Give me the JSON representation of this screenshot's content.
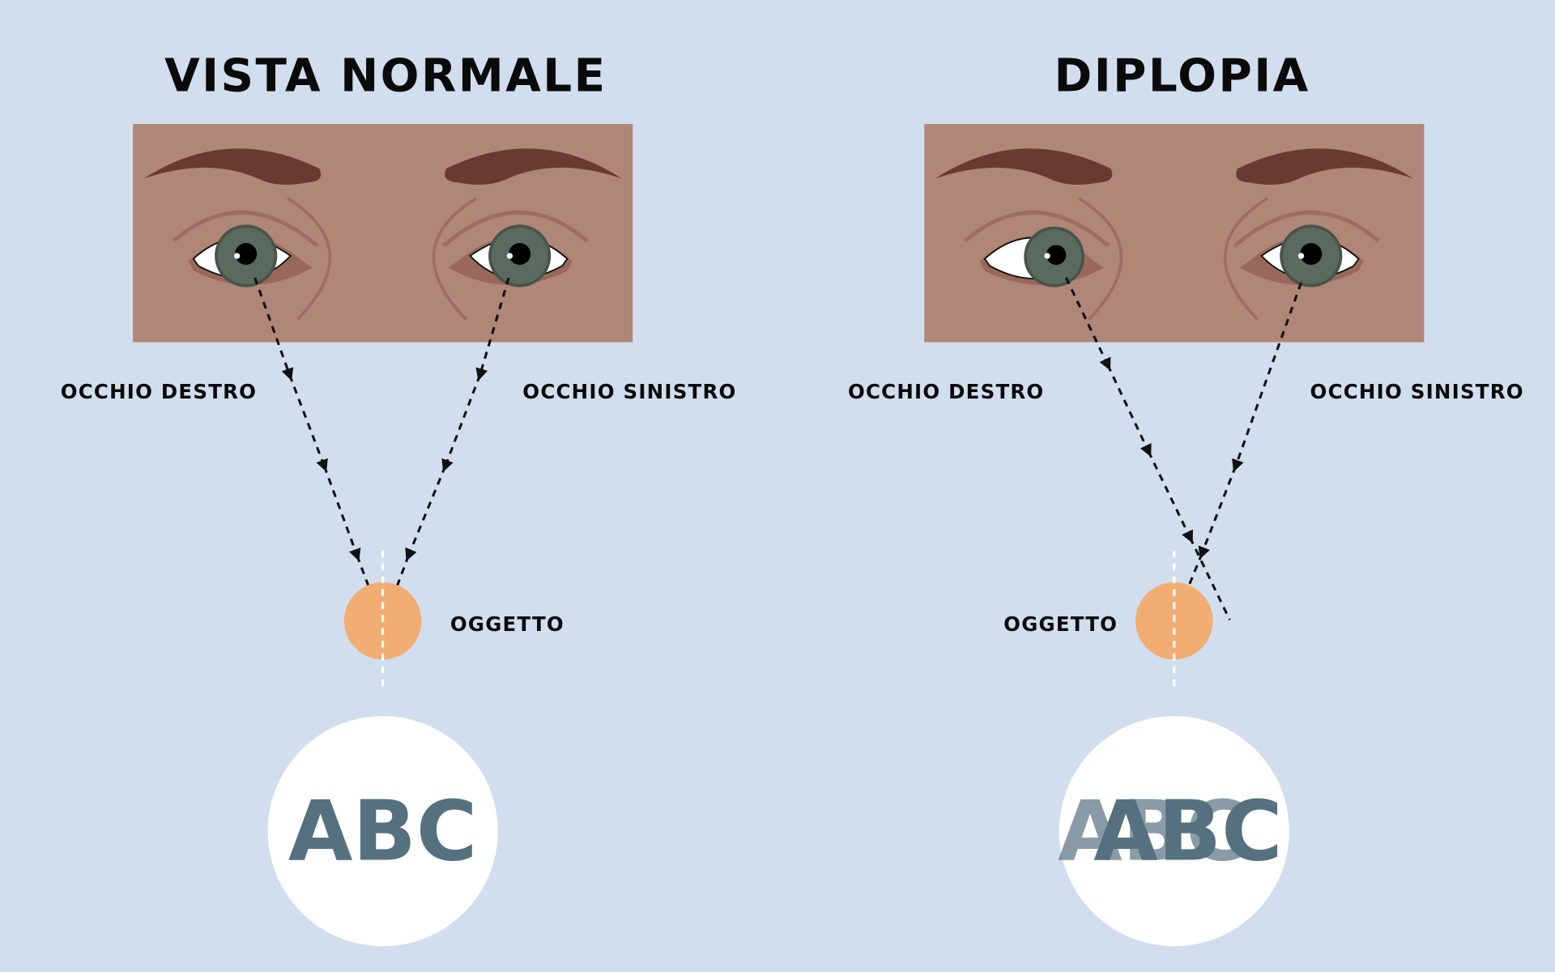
{
  "normal": {
    "title": "VISTA NORMALE",
    "right_eye_label": "OCCHIO DESTRO",
    "left_eye_label": "OCCHIO SINISTRO",
    "object_label": "OGGETTO",
    "result_text": "ABC"
  },
  "diplopia": {
    "title": "DIPLOPIA",
    "right_eye_label": "OCCHIO DESTRO",
    "left_eye_label": "OCCHIO SINISTRO",
    "object_label": "OGGETTO",
    "result_text": "ABC",
    "ghost_text": "ABC"
  },
  "colors": {
    "background": "#d1deee",
    "skin": "#b08677",
    "brow": "#693a31",
    "iris": "#5a6a5e",
    "object": "#f2ad73",
    "text_abc": "#557180"
  }
}
